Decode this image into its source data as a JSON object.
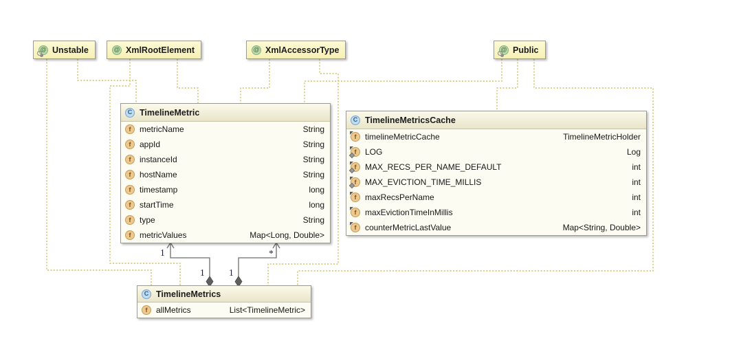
{
  "diagram_title": "Timeline metrics UML class diagram",
  "colors": {
    "dotted_edge": "#c9c062",
    "solid_edge": "#6e6e6e",
    "annotation_fill": "#f9f3bc",
    "class_body": "#fdfcf2",
    "box_border": "#9a9a93",
    "class_icon_blue": "#bfdcf1",
    "field_icon_tan": "#eec98e",
    "annotation_icon_green": "#b9dcae"
  },
  "annotations": [
    {
      "label": "Unstable",
      "icon": "annotation-icon",
      "has_key_marker": true
    },
    {
      "label": "XmlRootElement",
      "icon": "annotation-icon",
      "has_key_marker": false
    },
    {
      "label": "XmlAccessorType",
      "icon": "annotation-icon",
      "has_key_marker": false
    },
    {
      "label": "Public",
      "icon": "annotation-icon",
      "has_key_marker": true
    }
  ],
  "classes": [
    {
      "name": "TimelineMetric",
      "fields": [
        {
          "name": "metricName",
          "type": "String",
          "modifiers": []
        },
        {
          "name": "appId",
          "type": "String",
          "modifiers": []
        },
        {
          "name": "instanceId",
          "type": "String",
          "modifiers": []
        },
        {
          "name": "hostName",
          "type": "String",
          "modifiers": []
        },
        {
          "name": "timestamp",
          "type": "long",
          "modifiers": []
        },
        {
          "name": "startTime",
          "type": "long",
          "modifiers": []
        },
        {
          "name": "type",
          "type": "String",
          "modifiers": []
        },
        {
          "name": "metricValues",
          "type": "Map<Long, Double>",
          "modifiers": []
        }
      ]
    },
    {
      "name": "TimelineMetricsCache",
      "fields": [
        {
          "name": "timelineMetricCache",
          "type": "TimelineMetricHolder",
          "modifiers": [
            "final"
          ]
        },
        {
          "name": "LOG",
          "type": "Log",
          "modifiers": [
            "final",
            "static"
          ]
        },
        {
          "name": "MAX_RECS_PER_NAME_DEFAULT",
          "type": "int",
          "modifiers": [
            "final",
            "static"
          ]
        },
        {
          "name": "MAX_EVICTION_TIME_MILLIS",
          "type": "int",
          "modifiers": [
            "final",
            "static"
          ]
        },
        {
          "name": "maxRecsPerName",
          "type": "int",
          "modifiers": [
            "final"
          ]
        },
        {
          "name": "maxEvictionTimeInMillis",
          "type": "int",
          "modifiers": [
            "final"
          ]
        },
        {
          "name": "counterMetricLastValue",
          "type": "Map<String, Double>",
          "modifiers": [
            "final"
          ]
        }
      ]
    },
    {
      "name": "TimelineMetrics",
      "fields": [
        {
          "name": "allMetrics",
          "type": "List<TimelineMetric>",
          "modifiers": []
        }
      ]
    }
  ],
  "edges": {
    "aggregation_left": {
      "source_label": "1",
      "target_label": "1"
    },
    "aggregation_right": {
      "source_label": "1",
      "target_label": "*"
    }
  }
}
